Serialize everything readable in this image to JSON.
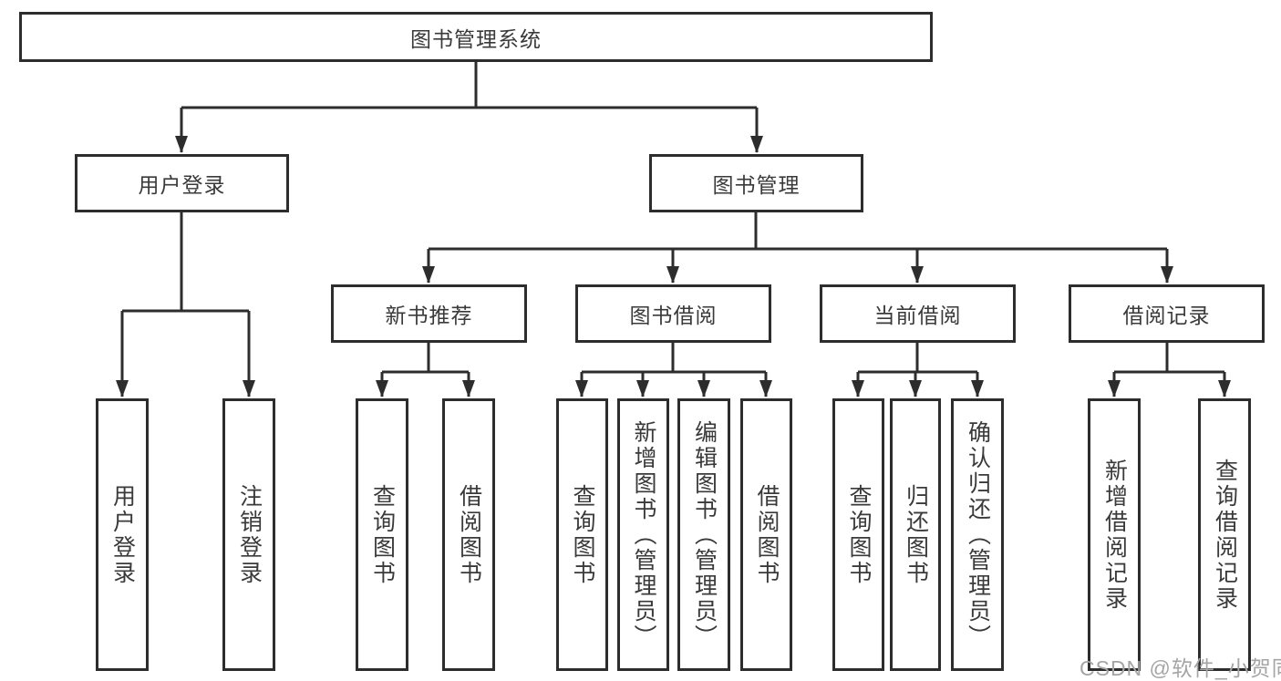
{
  "tree": {
    "root": {
      "label": "图书管理系统"
    },
    "branches": [
      {
        "label": "用户登录",
        "children": [
          {
            "label": "用户登录"
          },
          {
            "label": "注销登录"
          }
        ]
      },
      {
        "label": "图书管理",
        "sections": [
          {
            "label": "新书推荐",
            "children": [
              {
                "label": "查询图书"
              },
              {
                "label": "借阅图书"
              }
            ]
          },
          {
            "label": "图书借阅",
            "children": [
              {
                "label": "查询图书"
              },
              {
                "label": "新增图书（管理员）"
              },
              {
                "label": "编辑图书（管理员）"
              },
              {
                "label": "借阅图书"
              }
            ]
          },
          {
            "label": "当前借阅",
            "children": [
              {
                "label": "查询图书"
              },
              {
                "label": "归还图书"
              },
              {
                "label": "确认归还（管理员）"
              }
            ]
          },
          {
            "label": "借阅记录",
            "children": [
              {
                "label": "新增借阅记录"
              },
              {
                "label": "查询借阅记录"
              }
            ]
          }
        ]
      }
    ]
  },
  "watermark": {
    "text": "CSDN @软件_小贺同学"
  },
  "colors": {
    "line": "#2d2d2d",
    "box_border": "#2d2d2d",
    "box_background": "#ffffff",
    "text": "#3a3a3a",
    "watermark": "#a5a5a5",
    "page_background": "#ffffff"
  }
}
